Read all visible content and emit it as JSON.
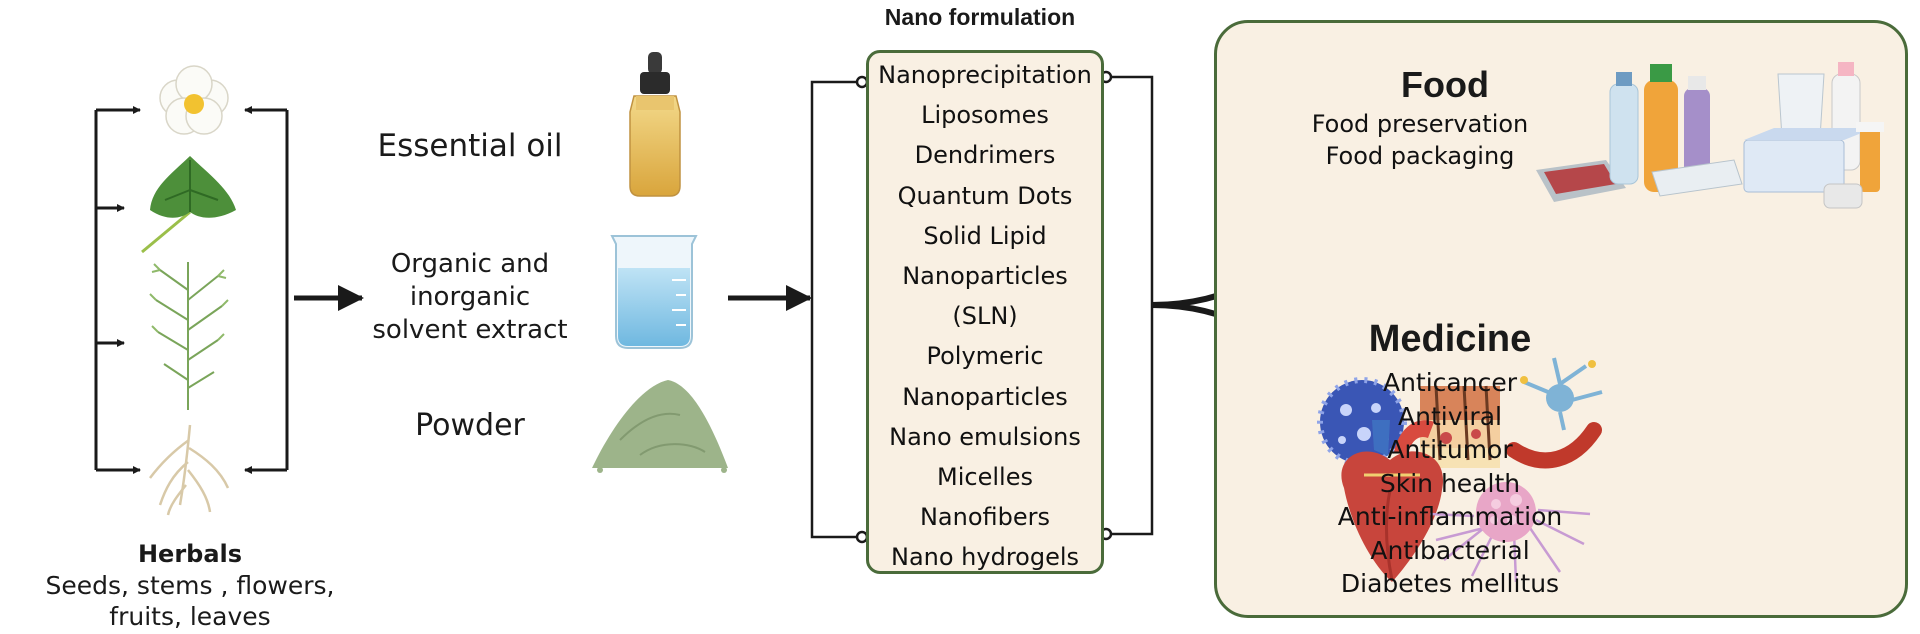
{
  "herbals": {
    "title": "Herbals",
    "parts_line1": "Seeds, stems , flowers,",
    "parts_line2": "fruits, leaves",
    "images": [
      "flower-icon",
      "leaf-icon",
      "stem-icon",
      "root-icon"
    ]
  },
  "extracts": {
    "essential_oil": "Essential oil",
    "solvent_line1": "Organic and",
    "solvent_line2": "inorganic",
    "solvent_line3": "solvent extract",
    "powder": "Powder",
    "images": [
      "dropper-bottle-icon",
      "beaker-icon",
      "powder-pile-icon"
    ]
  },
  "nano": {
    "title": "Nano formulation",
    "items": [
      "Nanoprecipitation",
      "Liposomes",
      "Dendrimers",
      "Quantum Dots",
      "Solid Lipid",
      "Nanoparticles",
      "(SLN)",
      "Polymeric",
      "Nanoparticles",
      "Nano emulsions",
      "Micelles",
      "Nanofibers",
      "Nano hydrogels"
    ]
  },
  "applications": {
    "food": {
      "title": "Food",
      "items": [
        "Food preservation",
        "Food packaging"
      ],
      "images": [
        "food-products-icon"
      ]
    },
    "medicine": {
      "title": "Medicine",
      "items": [
        "Anticancer",
        "Antiviral",
        "Antitumor",
        "Skin health",
        "Anti-inflammation",
        "Antibacterial",
        "Diabetes mellitus"
      ],
      "images": [
        "virus-icon",
        "skin-icon",
        "neuron-icon",
        "heart-icon",
        "tumor-cell-icon"
      ]
    }
  },
  "colors": {
    "panel_fill": "#f9f0e3",
    "panel_border": "#4a6b3a",
    "arrow": "#1a1a1a"
  }
}
